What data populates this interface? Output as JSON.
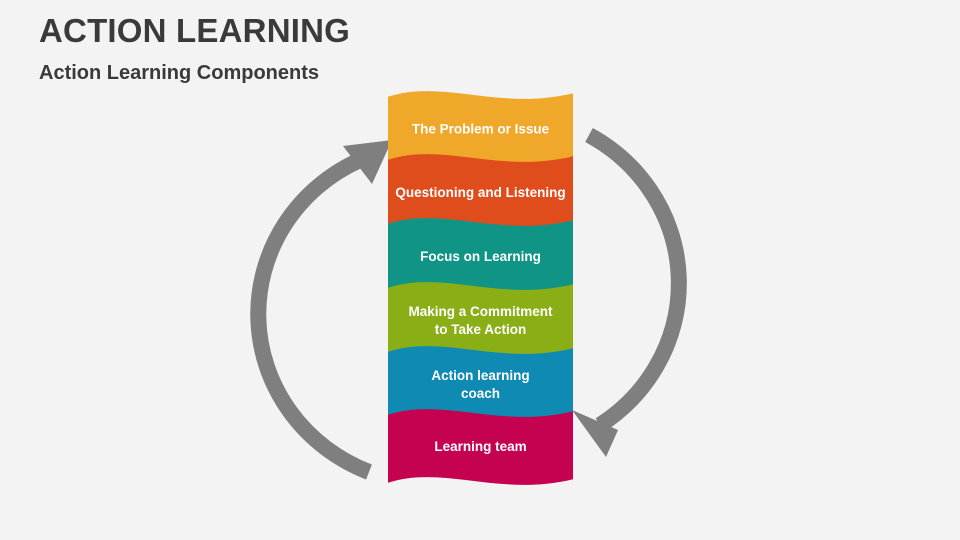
{
  "header": {
    "title": "ACTION LEARNING",
    "subtitle": "Action Learning Components"
  },
  "components": [
    {
      "lines": [
        "The Problem or Issue"
      ],
      "color": "#f0a82a"
    },
    {
      "lines": [
        "Questioning and Listening"
      ],
      "color": "#e04d1d"
    },
    {
      "lines": [
        "Focus on Learning"
      ],
      "color": "#0f9486"
    },
    {
      "lines": [
        "Making a Commitment",
        "to Take Action"
      ],
      "color": "#8aaf16"
    },
    {
      "lines": [
        "Action learning",
        "coach"
      ],
      "color": "#0e8ab3"
    },
    {
      "lines": [
        "Learning team"
      ],
      "color": "#c5024f"
    }
  ],
  "cycle": {
    "arrow_color": "#7f7f7f",
    "arrow_icons": [
      "curved-arrow-up-icon",
      "curved-arrow-down-icon"
    ]
  }
}
